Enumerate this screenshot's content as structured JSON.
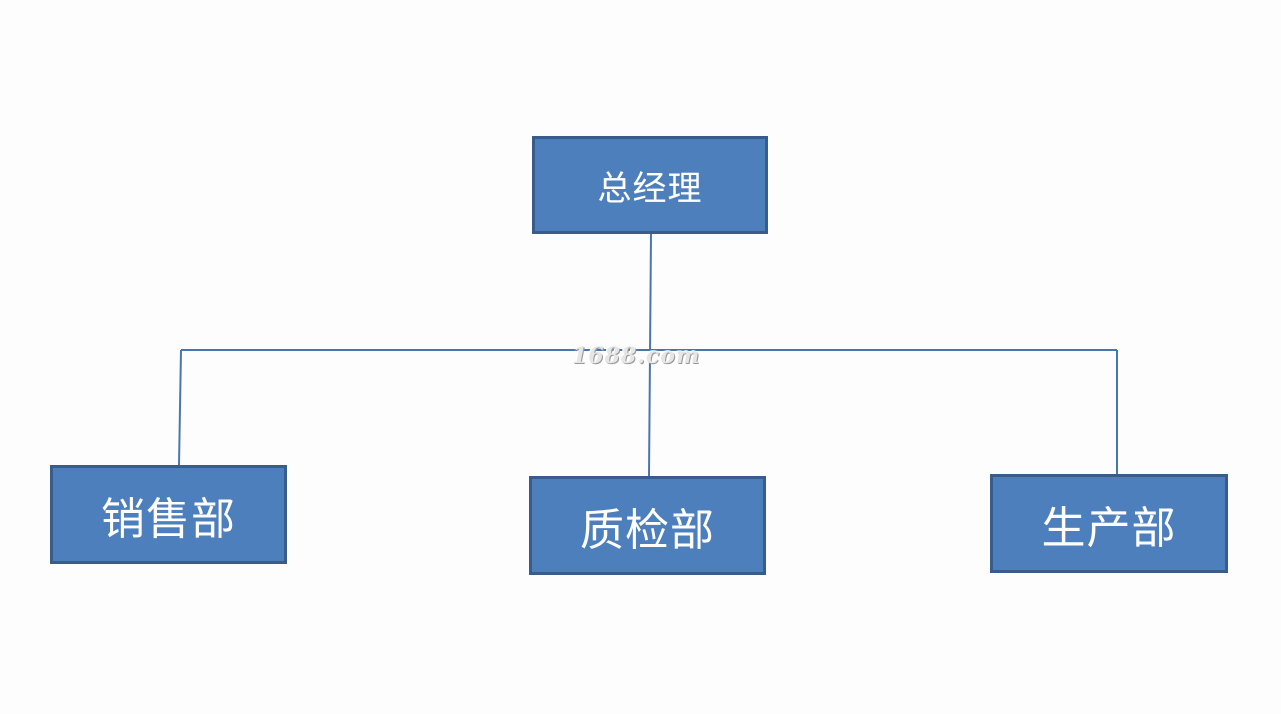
{
  "org_chart": {
    "root": {
      "label": "总经理"
    },
    "departments": [
      {
        "label": "销售部"
      },
      {
        "label": "质检部"
      },
      {
        "label": "生产部"
      }
    ]
  },
  "watermark": "1688.com",
  "colors": {
    "box_fill": "#4e7fbd",
    "box_border": "#385d8a",
    "connector": "#4a76ad",
    "background": "#fdfdfd",
    "text": "#ffffff"
  }
}
